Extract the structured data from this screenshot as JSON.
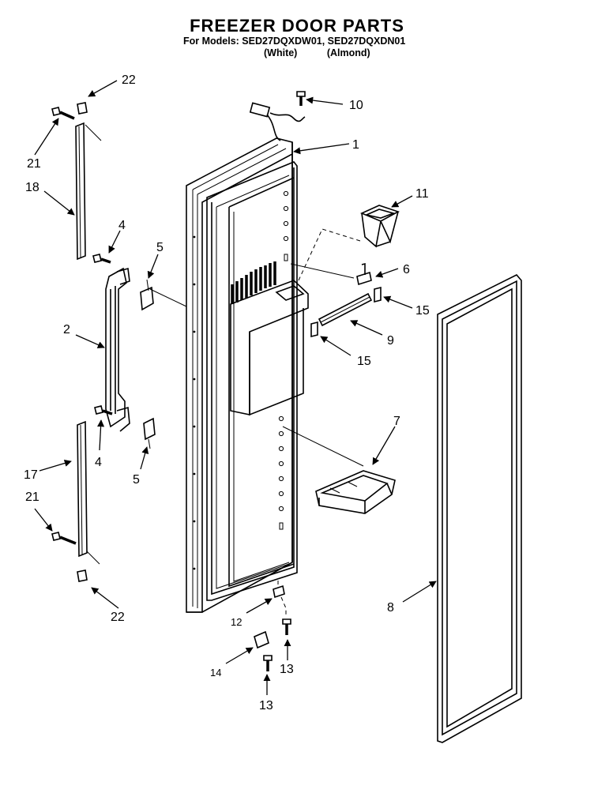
{
  "header": {
    "title": "FREEZER DOOR PARTS",
    "models_line": "For Models: SED27DQXDW01, SED27DQXDN01",
    "variant_white": "(White)",
    "variant_almond": "(Almond)"
  },
  "callouts": {
    "c1": "1",
    "c2": "2",
    "c4a": "4",
    "c4b": "4",
    "c5a": "5",
    "c5b": "5",
    "c6": "6",
    "c7": "7",
    "c8": "8",
    "c9": "9",
    "c10": "10",
    "c11": "11",
    "c12": "12",
    "c13a": "13",
    "c13b": "13",
    "c14": "14",
    "c15a": "15",
    "c15b": "15",
    "c17": "17",
    "c18": "18",
    "c21a": "21",
    "c21b": "21",
    "c22a": "22",
    "c22b": "22"
  }
}
